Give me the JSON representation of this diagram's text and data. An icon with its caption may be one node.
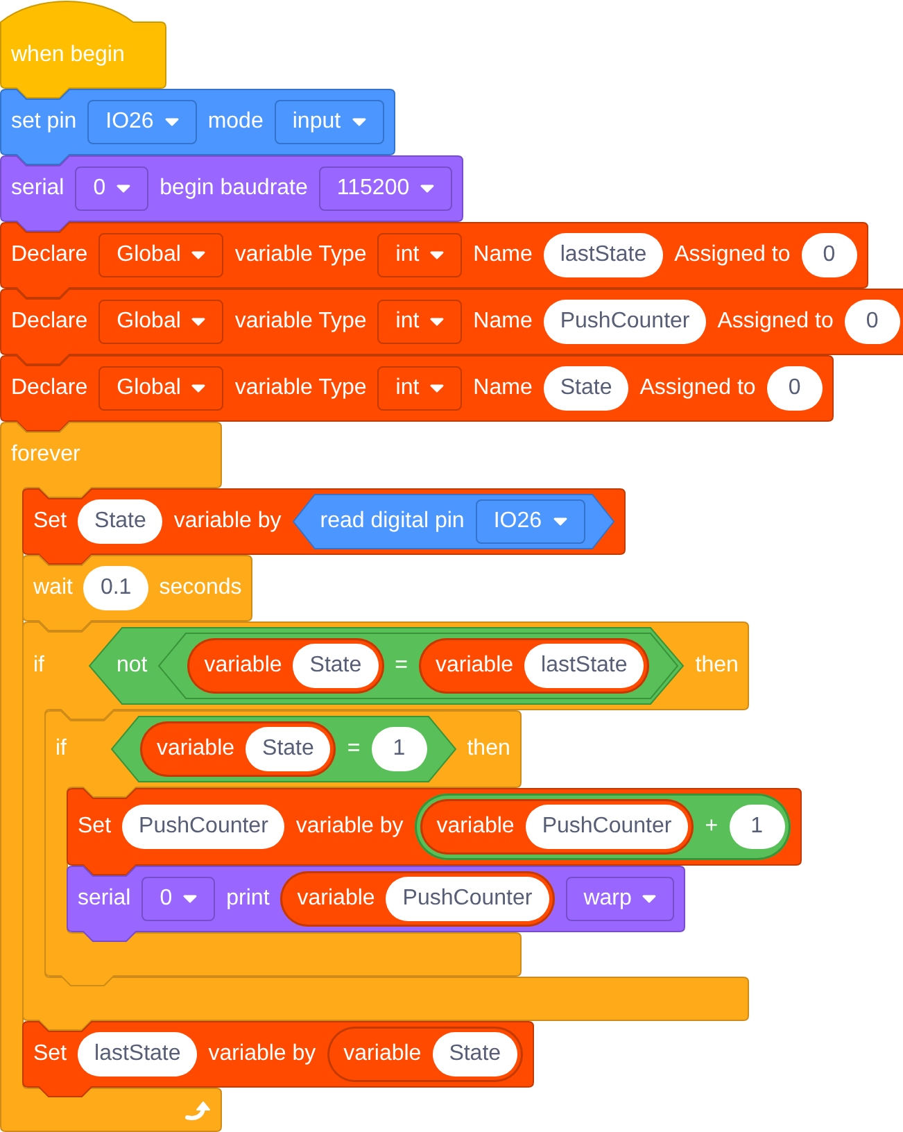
{
  "diagram": {
    "nodes": [
      {
        "text": [
          "when begin"
        ]
      },
      {
        "text": [
          "set pin",
          "mode"
        ]
      },
      {
        "text": [
          "IO26"
        ],
        "in": 1
      },
      {
        "text": [
          "input"
        ],
        "in": 1
      },
      {
        "text": [
          "serial",
          "begin baudrate"
        ]
      },
      {
        "text": [
          "0"
        ],
        "in": 4
      },
      {
        "text": [
          "115200"
        ],
        "in": 4
      },
      {
        "text": [
          "Declare",
          "variable Type",
          "Name",
          "Assigned to"
        ]
      },
      {
        "text": [
          "Global"
        ],
        "in": 7
      },
      {
        "text": [
          "int"
        ],
        "in": 7
      },
      {
        "text": [
          "lastState"
        ],
        "in": 7
      },
      {
        "text": [
          "0"
        ],
        "in": 7
      },
      {
        "text": [
          "Declare",
          "variable Type",
          "Name",
          "Assigned to"
        ]
      },
      {
        "text": [
          "Global"
        ],
        "in": 12
      },
      {
        "text": [
          "int"
        ],
        "in": 12
      },
      {
        "text": [
          "PushCounter"
        ],
        "in": 12
      },
      {
        "text": [
          "0"
        ],
        "in": 12
      },
      {
        "text": [
          "Declare",
          "variable Type",
          "Name",
          "Assigned to"
        ]
      },
      {
        "text": [
          "Global"
        ],
        "in": 17
      },
      {
        "text": [
          "int"
        ],
        "in": 17
      },
      {
        "text": [
          "State"
        ],
        "in": 17
      },
      {
        "text": [
          "0"
        ],
        "in": 17
      },
      {
        "text": [
          "forever"
        ]
      },
      {
        "text": [
          "Set",
          "variable by"
        ]
      },
      {
        "text": [
          "State"
        ],
        "in": 23
      },
      {
        "text": [
          "read digital pin"
        ],
        "in": 23
      },
      {
        "text": [
          "IO26"
        ],
        "in": 25
      },
      {
        "text": [
          "wait",
          "seconds"
        ],
        "in": 22
      },
      {
        "text": [
          "0.1"
        ],
        "in": 27
      },
      {
        "text": [
          "if",
          "then"
        ]
      },
      {
        "text": [
          "not"
        ],
        "in": 29
      },
      {
        "text": [
          "="
        ],
        "in": 30
      },
      {
        "text": [
          "variable"
        ],
        "in": 31
      },
      {
        "text": [
          "State"
        ],
        "in": 32
      },
      {
        "text": [
          "variable"
        ],
        "in": 31
      },
      {
        "text": [
          "lastState"
        ],
        "in": 34
      },
      {
        "text": [
          "if",
          "then"
        ],
        "in": 29
      },
      {
        "text": [
          "="
        ],
        "in": 36
      },
      {
        "text": [
          "variable"
        ],
        "in": 37
      },
      {
        "text": [
          "State"
        ],
        "in": 38
      },
      {
        "text": [
          "1"
        ],
        "in": 37
      },
      {
        "text": [
          "Set",
          "variable by"
        ]
      },
      {
        "text": [
          "PushCounter"
        ],
        "in": 41
      },
      {
        "text": [
          "+"
        ],
        "in": 41
      },
      {
        "text": [
          "variable"
        ],
        "in": 43
      },
      {
        "text": [
          "PushCounter"
        ],
        "in": 44
      },
      {
        "text": [
          "1"
        ],
        "in": 43
      },
      {
        "text": [
          "serial",
          "print"
        ]
      },
      {
        "text": [
          "0"
        ],
        "in": 47
      },
      {
        "text": [
          "variable"
        ],
        "in": 47
      },
      {
        "text": [
          "PushCounter"
        ],
        "in": 49
      },
      {
        "text": [
          "warp"
        ],
        "in": 47
      },
      {
        "text": [
          "Set",
          "variable by"
        ]
      },
      {
        "text": [
          "lastState"
        ],
        "in": 52
      },
      {
        "text": [
          "variable"
        ],
        "in": 52
      },
      {
        "text": [
          "State"
        ],
        "in": 54
      }
    ]
  }
}
